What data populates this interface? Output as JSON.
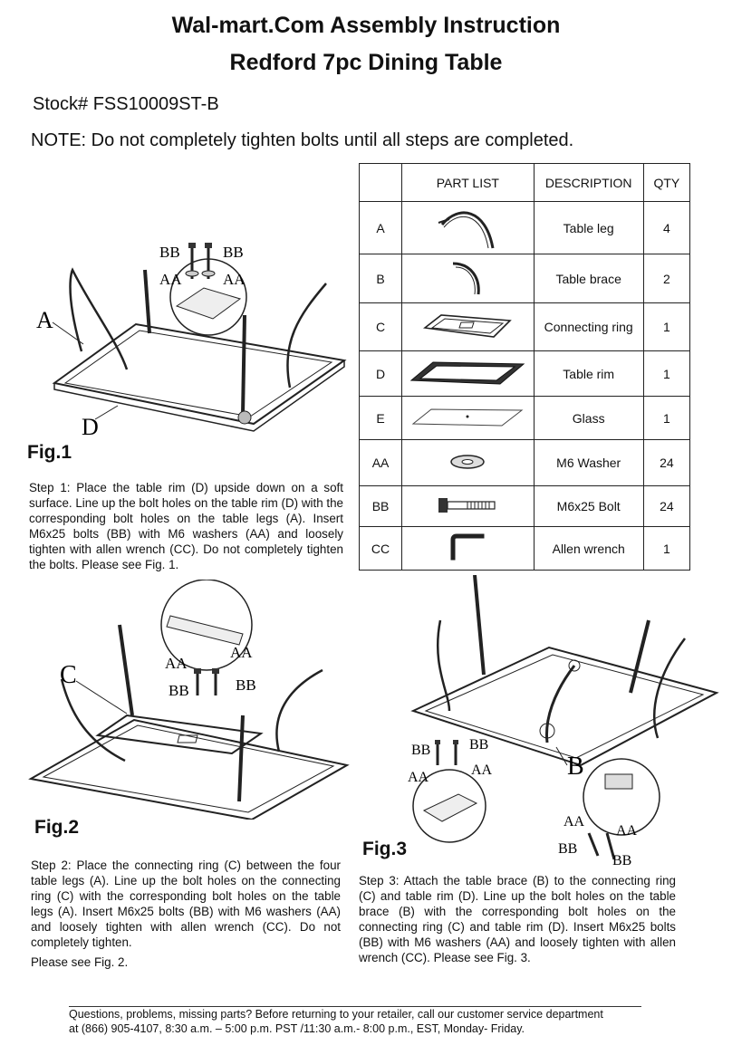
{
  "header": {
    "title_line1": "Wal-mart.Com Assembly Instruction",
    "title_line2": "Redford 7pc Dining Table",
    "stock": "Stock# FSS10009ST-B",
    "note": "NOTE: Do not completely tighten bolts until all steps are completed."
  },
  "part_list": {
    "headers": [
      "",
      "PART LIST",
      "DESCRIPTION",
      "QTY"
    ],
    "rows": [
      {
        "id": "A",
        "description": "Table leg",
        "qty": "4",
        "icon": "table-leg-icon"
      },
      {
        "id": "B",
        "description": "Table brace",
        "qty": "2",
        "icon": "table-brace-icon"
      },
      {
        "id": "C",
        "description": "Connecting ring",
        "qty": "1",
        "icon": "connecting-ring-icon"
      },
      {
        "id": "D",
        "description": "Table rim",
        "qty": "1",
        "icon": "table-rim-icon"
      },
      {
        "id": "E",
        "description": "Glass",
        "qty": "1",
        "icon": "glass-icon"
      },
      {
        "id": "AA",
        "description": "M6 Washer",
        "qty": "24",
        "icon": "washer-icon"
      },
      {
        "id": "BB",
        "description": "M6x25 Bolt",
        "qty": "24",
        "icon": "bolt-icon"
      },
      {
        "id": "CC",
        "description": "Allen wrench",
        "qty": "1",
        "icon": "allen-wrench-icon"
      }
    ]
  },
  "figures": {
    "fig1": {
      "label": "Fig.1",
      "callouts": {
        "a": "A",
        "d": "D",
        "bb1": "BB",
        "bb2": "BB",
        "aa1": "AA",
        "aa2": "AA"
      }
    },
    "fig2": {
      "label": "Fig.2",
      "callouts": {
        "c": "C",
        "aa1": "AA",
        "aa2": "AA",
        "bb1": "BB",
        "bb2": "BB"
      }
    },
    "fig3": {
      "label": "Fig.3",
      "callouts": {
        "b": "B",
        "bb1": "BB",
        "bb2": "BB",
        "aa1": "AA",
        "aa2": "AA",
        "aa3": "AA",
        "aa4": "AA",
        "bb3": "BB",
        "bb4": "BB"
      }
    }
  },
  "steps": {
    "step1": "Step 1: Place the table rim (D) upside down on a soft surface. Line up the bolt holes on the table rim (D) with the corresponding bolt holes on the table legs (A). Insert M6x25 bolts (BB) with M6 washers (AA) and loosely tighten with allen wrench (CC). Do not completely tighten the bolts. Please see Fig. 1.",
    "step2": "Step 2: Place the connecting ring (C) between the four table legs (A). Line up the bolt holes on the connecting ring (C) with the corresponding bolt holes on the table legs (A). Insert M6x25 bolts (BB) with M6 washers (AA) and loosely tighten with allen wrench (CC). Do not completely tighten.",
    "step2_tail": "Please see Fig. 2.",
    "step3": "Step 3: Attach the table brace (B) to the connecting ring (C) and table rim (D). Line up the bolt holes on the table brace (B) with the corresponding bolt holes on the connecting ring (C) and table rim (D). Insert M6x25 bolts (BB) with M6 washers (AA) and loosely tighten with allen wrench (CC). Please see Fig. 3."
  },
  "footer": {
    "line1": "Questions, problems, missing parts? Before returning to your retailer, call our customer service department",
    "line2": "at (866) 905-4107, 8:30 a.m. – 5:00 p.m. PST /11:30 a.m.- 8:00 p.m., EST, Monday- Friday."
  }
}
